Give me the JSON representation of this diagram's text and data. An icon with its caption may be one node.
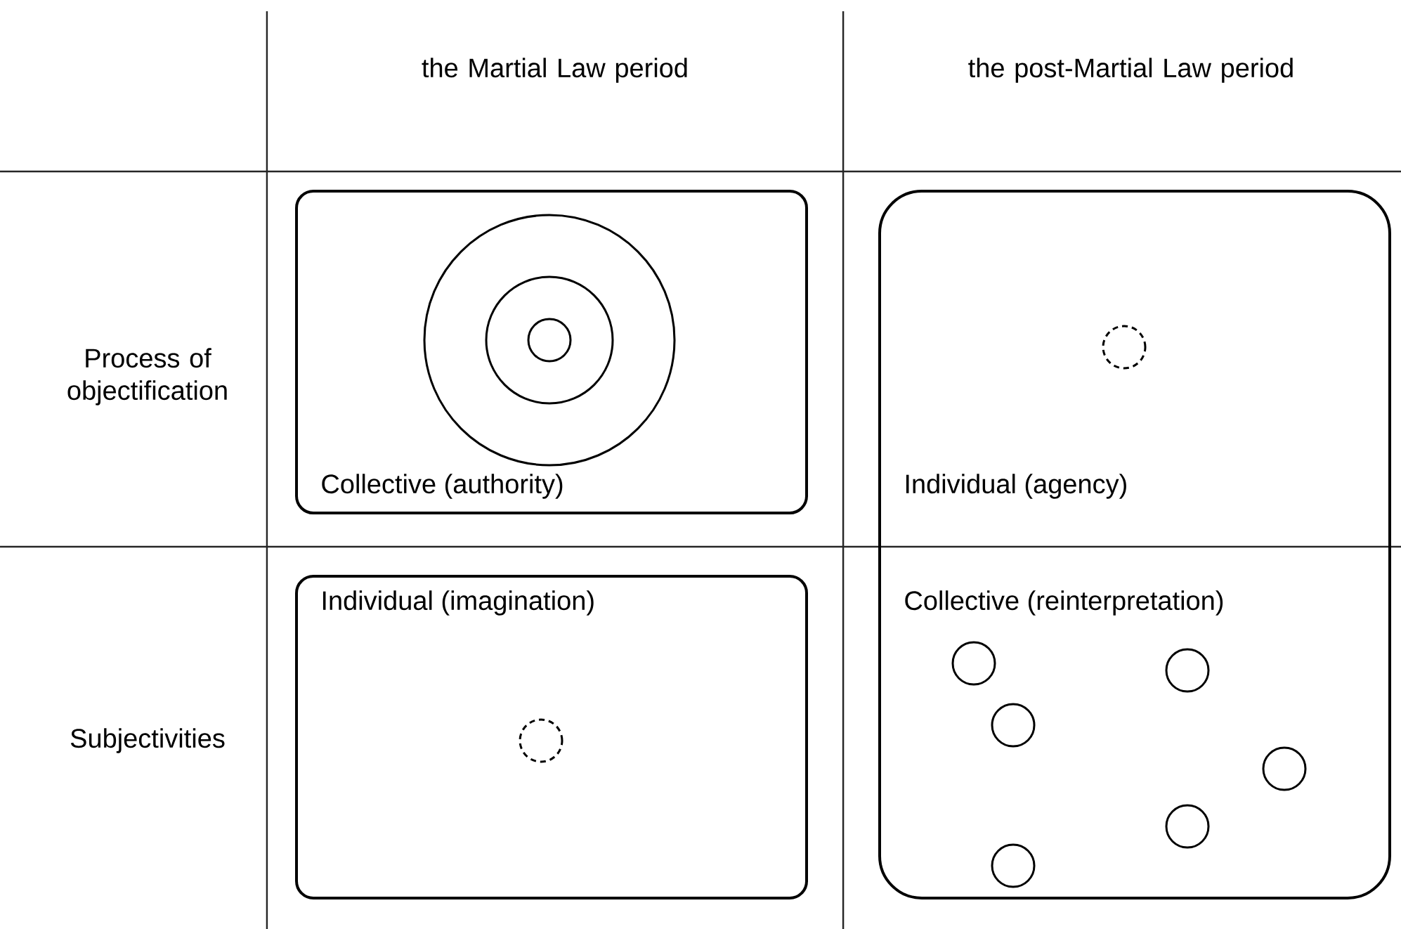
{
  "diagram": {
    "nodes": [
      {
        "text": [
          "Collective (authority)"
        ]
      },
      {
        "text": [],
        "shape": "circle",
        "in": 0
      },
      {
        "text": [],
        "shape": "circle",
        "in": 1
      },
      {
        "text": [],
        "shape": "circle",
        "in": 2
      },
      {
        "text": [
          "Individual (agency)",
          "Collective (reinterpretation)"
        ]
      },
      {
        "text": [],
        "shape": "circle",
        "in": 4
      },
      {
        "text": [
          "Individual (imagination)"
        ]
      },
      {
        "text": [],
        "shape": "circle",
        "in": 6
      },
      {
        "text": [],
        "shape": "circle",
        "in": 4
      },
      {
        "text": [],
        "shape": "circle",
        "in": 4
      },
      {
        "text": [],
        "shape": "circle",
        "in": 4
      },
      {
        "text": [],
        "shape": "circle",
        "in": 4
      },
      {
        "text": [],
        "shape": "circle",
        "in": 4
      },
      {
        "text": [],
        "shape": "circle",
        "in": 4
      }
    ],
    "labels": [
      "the Martial Law period",
      "the post-Martial Law period",
      "Process of objectification",
      "Subjectivities"
    ]
  }
}
